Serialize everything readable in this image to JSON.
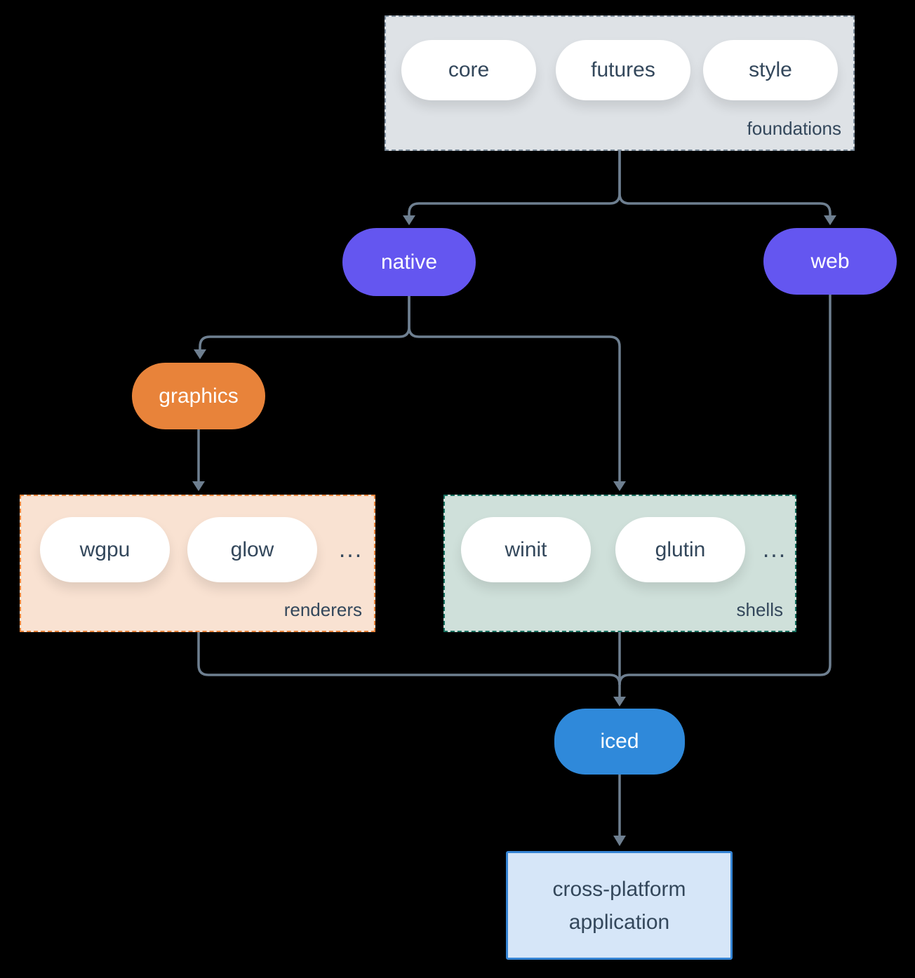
{
  "diagram": {
    "foundations": {
      "label": "foundations",
      "pills": [
        "core",
        "futures",
        "style"
      ]
    },
    "native": {
      "label": "native"
    },
    "web": {
      "label": "web"
    },
    "graphics": {
      "label": "graphics"
    },
    "renderers": {
      "label": "renderers",
      "pills": [
        "wgpu",
        "glow"
      ],
      "ellipsis": "..."
    },
    "shells": {
      "label": "shells",
      "pills": [
        "winit",
        "glutin"
      ],
      "ellipsis": "..."
    },
    "iced": {
      "label": "iced"
    },
    "application": {
      "label": "cross-platform application"
    },
    "colors": {
      "background": "#000000",
      "node_purple": "#6456f0",
      "node_orange": "#e8833a",
      "node_blue": "#2f89da",
      "foundations_fill": "#dee2e6",
      "foundations_border": "#7d8c9b",
      "renderers_fill": "#f9e2d2",
      "renderers_border": "#e8833a",
      "shells_fill": "#cfe0da",
      "shells_border": "#17705f",
      "application_fill": "#d6e6f8",
      "application_border": "#3584d4",
      "connector": "#6e7f90",
      "text_dark": "#33475b",
      "text_light": "#ffffff"
    }
  }
}
